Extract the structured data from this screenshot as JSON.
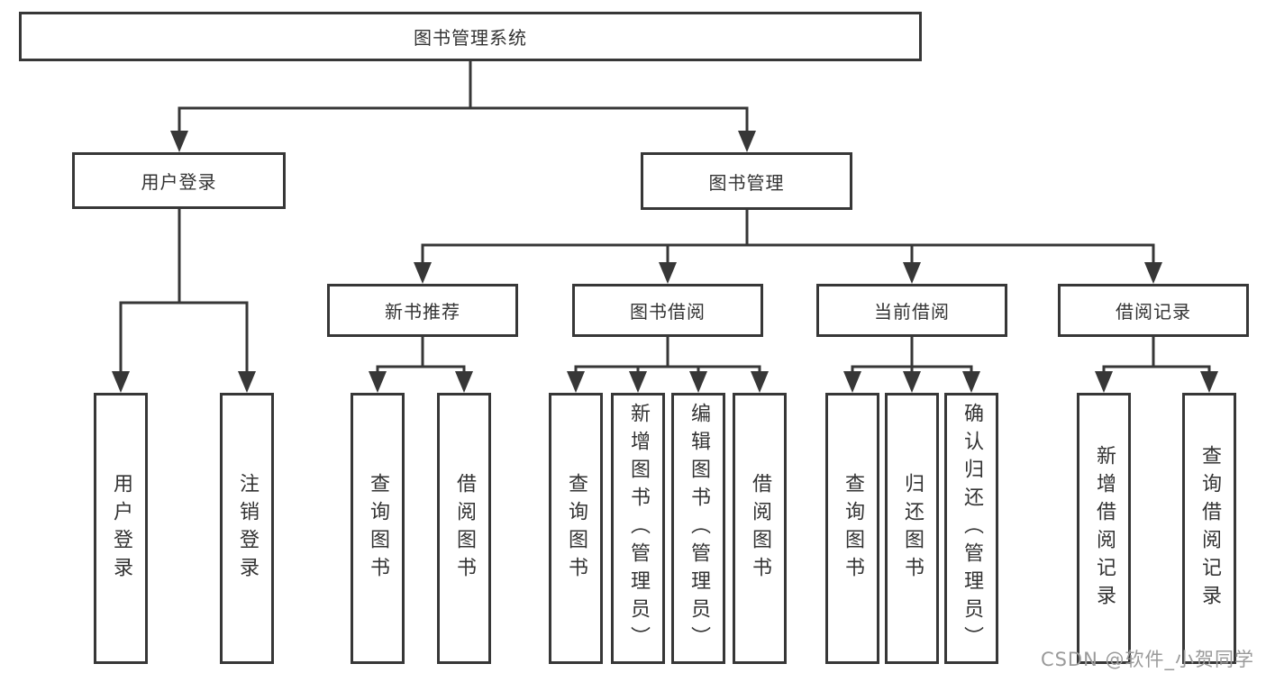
{
  "tree": {
    "root": "图书管理系统",
    "children": [
      {
        "label": "用户登录",
        "children": [
          "用户登录",
          "注销登录"
        ]
      },
      {
        "label": "图书管理",
        "children": [
          {
            "label": "新书推荐",
            "children": [
              "查询图书",
              "借阅图书"
            ]
          },
          {
            "label": "图书借阅",
            "children": [
              "查询图书",
              "新增图书（管理员）",
              "编辑图书（管理员）",
              "借阅图书"
            ]
          },
          {
            "label": "当前借阅",
            "children": [
              "查询图书",
              "归还图书",
              "确认归还（管理员）"
            ]
          },
          {
            "label": "借阅记录",
            "children": [
              "新增借阅记录",
              "查询借阅记录"
            ]
          }
        ]
      }
    ]
  },
  "watermark": {
    "text": "CSDN @软件_小贺同学"
  },
  "colors": {
    "line": "#373737",
    "box_border": "#373737",
    "text": "#333333",
    "watermark": "#9a9a9a",
    "background": "#ffffff"
  }
}
